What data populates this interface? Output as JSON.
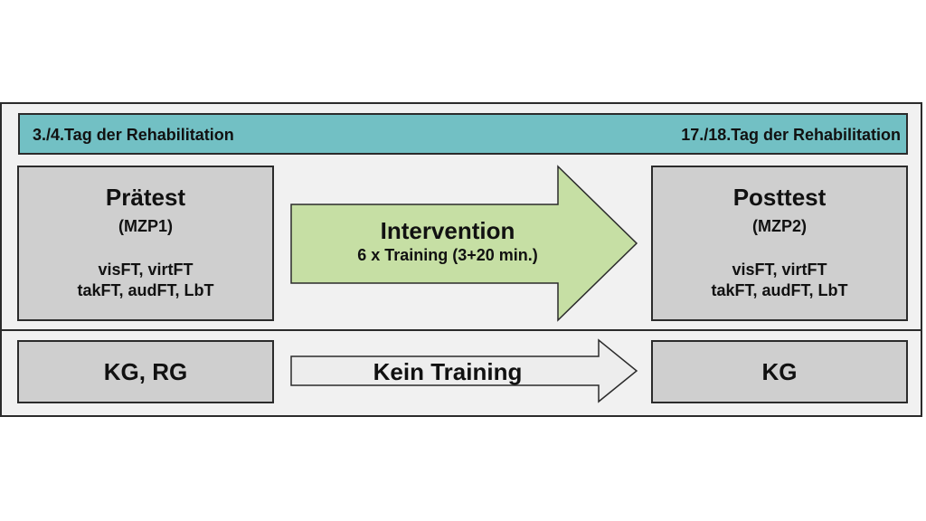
{
  "timeline": {
    "start": "3./4.Tag der Rehabilitation",
    "end": "17./18.Tag der Rehabilitation"
  },
  "pretest": {
    "title": "Prätest",
    "code": "(MZP1)",
    "measures_line1": "visFT, virtFT",
    "measures_line2": "takFT, audFT, LbT"
  },
  "intervention": {
    "title": "Intervention",
    "detail": "6 x Training (3+20 min.)"
  },
  "posttest": {
    "title": "Posttest",
    "code": "(MZP2)",
    "measures_line1": "visFT, virtFT",
    "measures_line2": "takFT, audFT, LbT"
  },
  "control": {
    "left_label": "KG, RG",
    "arrow_label": "Kein Training",
    "right_label": "KG"
  },
  "colors": {
    "timeline_bar": "#72c0c4",
    "intervention_arrow": "#c6dfa4",
    "control_arrow": "#ededed",
    "box_fill": "#cfcfcf"
  }
}
